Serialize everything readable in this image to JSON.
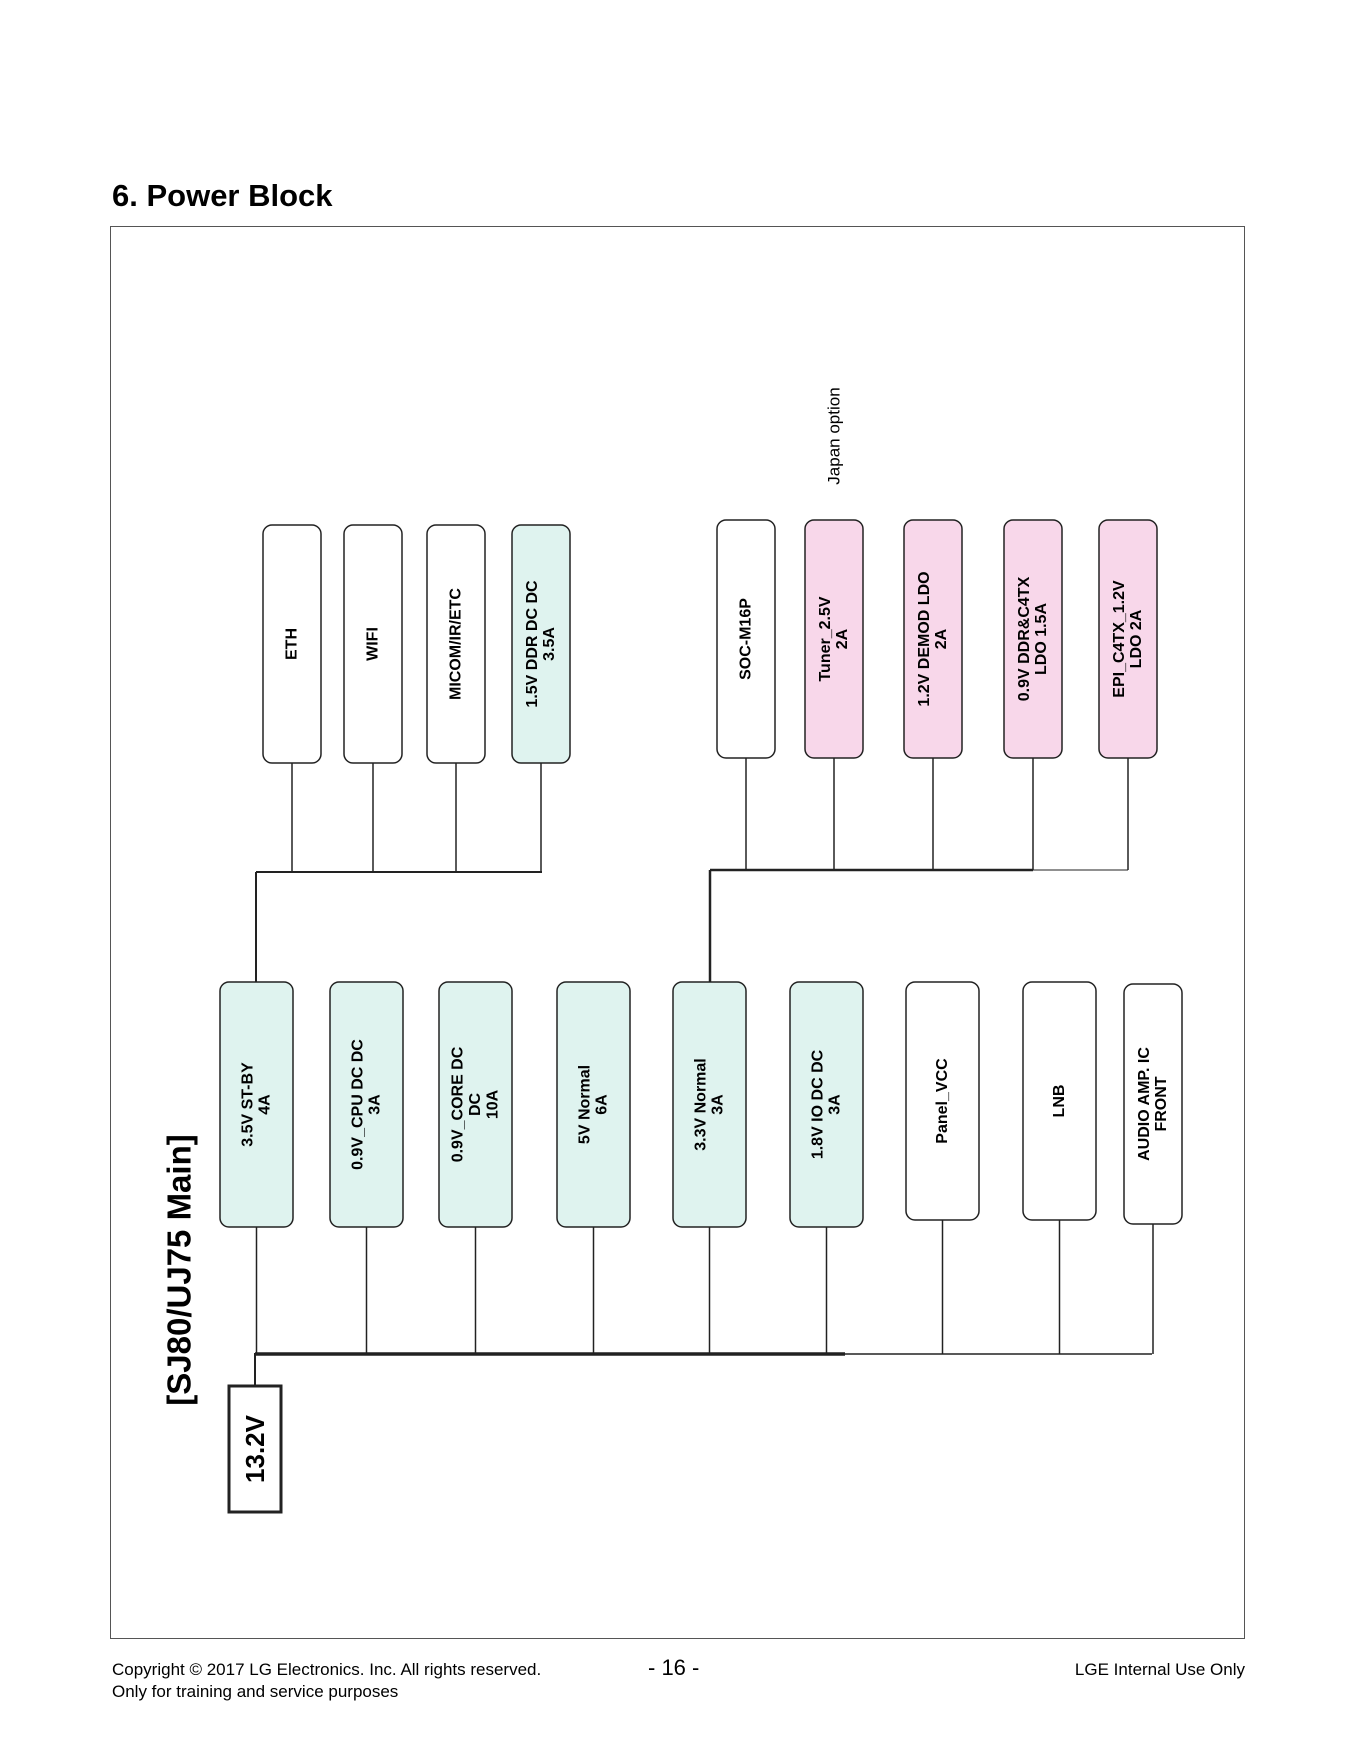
{
  "title": "6. Power Block",
  "main_label": "[SJ80/UJ75 Main]",
  "source": "13.2V",
  "rails": [
    {
      "label": [
        "3.5V ST-BY",
        "4A"
      ],
      "style": "green"
    },
    {
      "label": [
        "0.9V_CPU DC DC",
        "3A"
      ],
      "style": "green"
    },
    {
      "label": [
        "0.9V_CORE DC",
        "DC",
        "10A"
      ],
      "style": "green"
    },
    {
      "label": [
        "5V Normal",
        "6A"
      ],
      "style": "green"
    },
    {
      "label": [
        "3.3V Normal",
        "3A"
      ],
      "style": "green"
    },
    {
      "label": [
        "1.8V IO DC DC",
        "3A"
      ],
      "style": "green"
    },
    {
      "label": [
        "Panel_VCC"
      ],
      "style": "white"
    },
    {
      "label": [
        "LNB"
      ],
      "style": "white"
    },
    {
      "label": [
        "AUDIO AMP. IC",
        "FRONT"
      ],
      "style": "white"
    }
  ],
  "standby_loads": [
    {
      "label": [
        "ETH"
      ],
      "style": "white"
    },
    {
      "label": [
        "WIFI"
      ],
      "style": "white"
    },
    {
      "label": [
        "MICOM/IR/ETC"
      ],
      "style": "white"
    },
    {
      "label": [
        "1.5V DDR DC DC",
        "3.5A"
      ],
      "style": "green"
    }
  ],
  "normal_loads": [
    {
      "label": [
        "SOC-M16P"
      ],
      "style": "white"
    },
    {
      "label": [
        "Tuner_2.5V",
        "2A"
      ],
      "style": "pink"
    },
    {
      "label": [
        "1.2V DEMOD LDO",
        "2A"
      ],
      "style": "pink"
    },
    {
      "label": [
        "0.9V DDR&C4TX",
        "LDO 1.5A"
      ],
      "style": "pink"
    },
    {
      "label": [
        "EPI_C4TX_1.2V",
        "LDO 2A"
      ],
      "style": "pink"
    }
  ],
  "japan_note": "Japan option",
  "colors": {
    "green": "#dff3ef",
    "pink": "#f8d7ea",
    "white": "#ffffff",
    "stroke": "#222222"
  },
  "footer": {
    "copyright": "Copyright  © 2017 LG Electronics. Inc. All rights reserved.",
    "training": "Only for training and service purposes",
    "page": "- 16 -",
    "internal": "LGE Internal Use Only"
  }
}
